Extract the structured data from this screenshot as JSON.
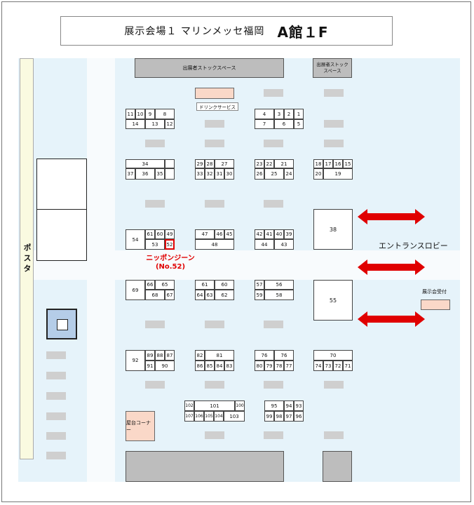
{
  "title": {
    "venue": "展示会場１ マリンメッセ福岡",
    "hall": "A館１F"
  },
  "labels": {
    "stock_space_main": "出展者ストックスペース",
    "stock_space_small": "出展者ストック\nスペース",
    "drink": "ドリンクサービス",
    "posuta": "ポスタ",
    "entrance": "エントランスロビー",
    "reception": "展示会受付",
    "stall": "屋台コーナー",
    "highlight_name": "ニッポンジーン",
    "highlight_no": "(No.52)"
  },
  "booths": [
    {
      "id": "b11",
      "n": "11"
    },
    {
      "id": "b10",
      "n": "10"
    },
    {
      "id": "b9",
      "n": "9"
    },
    {
      "id": "b8",
      "n": "8"
    },
    {
      "id": "b14",
      "n": "14"
    },
    {
      "id": "b13",
      "n": "13"
    },
    {
      "id": "b12",
      "n": "12"
    },
    {
      "id": "b4",
      "n": "4"
    },
    {
      "id": "b3",
      "n": "3"
    },
    {
      "id": "b2",
      "n": "2"
    },
    {
      "id": "b1",
      "n": "1"
    },
    {
      "id": "b7",
      "n": "7"
    },
    {
      "id": "b6",
      "n": "6"
    },
    {
      "id": "b5",
      "n": "5"
    },
    {
      "id": "b34",
      "n": "34"
    },
    {
      "id": "b37",
      "n": "37"
    },
    {
      "id": "b36",
      "n": "36"
    },
    {
      "id": "b35",
      "n": "35"
    },
    {
      "id": "b29",
      "n": "29"
    },
    {
      "id": "b28",
      "n": "28"
    },
    {
      "id": "b27",
      "n": "27"
    },
    {
      "id": "b33",
      "n": "33"
    },
    {
      "id": "b32",
      "n": "32"
    },
    {
      "id": "b31",
      "n": "31"
    },
    {
      "id": "b30",
      "n": "30"
    },
    {
      "id": "b23",
      "n": "23"
    },
    {
      "id": "b22",
      "n": "22"
    },
    {
      "id": "b21",
      "n": "21"
    },
    {
      "id": "b26",
      "n": "26"
    },
    {
      "id": "b25",
      "n": "25"
    },
    {
      "id": "b24",
      "n": "24"
    },
    {
      "id": "b18",
      "n": "18"
    },
    {
      "id": "b17",
      "n": "17"
    },
    {
      "id": "b16",
      "n": "16"
    },
    {
      "id": "b15",
      "n": "15"
    },
    {
      "id": "b20",
      "n": "20"
    },
    {
      "id": "b19",
      "n": "19"
    },
    {
      "id": "b54",
      "n": "54"
    },
    {
      "id": "b61a",
      "n": "61"
    },
    {
      "id": "b60",
      "n": "60"
    },
    {
      "id": "b49",
      "n": "49"
    },
    {
      "id": "b53",
      "n": "53"
    },
    {
      "id": "b52",
      "n": "52"
    },
    {
      "id": "b47",
      "n": "47"
    },
    {
      "id": "b46",
      "n": "46"
    },
    {
      "id": "b45",
      "n": "45"
    },
    {
      "id": "b48",
      "n": "48"
    },
    {
      "id": "b42",
      "n": "42"
    },
    {
      "id": "b41",
      "n": "41"
    },
    {
      "id": "b40",
      "n": "40"
    },
    {
      "id": "b39",
      "n": "39"
    },
    {
      "id": "b44",
      "n": "44"
    },
    {
      "id": "b43",
      "n": "43"
    },
    {
      "id": "b38",
      "n": "38"
    },
    {
      "id": "b69",
      "n": "69"
    },
    {
      "id": "b66",
      "n": "66"
    },
    {
      "id": "b65",
      "n": "65"
    },
    {
      "id": "b68",
      "n": "68"
    },
    {
      "id": "b67",
      "n": "67"
    },
    {
      "id": "b61b",
      "n": "61"
    },
    {
      "id": "b60b",
      "n": "60"
    },
    {
      "id": "b64",
      "n": "64"
    },
    {
      "id": "b63",
      "n": "63"
    },
    {
      "id": "b62",
      "n": "62"
    },
    {
      "id": "b57",
      "n": "57"
    },
    {
      "id": "b56",
      "n": "56"
    },
    {
      "id": "b59",
      "n": "59"
    },
    {
      "id": "b58",
      "n": "58"
    },
    {
      "id": "b55",
      "n": "55"
    },
    {
      "id": "b92",
      "n": "92"
    },
    {
      "id": "b89",
      "n": "89"
    },
    {
      "id": "b88",
      "n": "88"
    },
    {
      "id": "b87",
      "n": "87"
    },
    {
      "id": "b91",
      "n": "91"
    },
    {
      "id": "b90",
      "n": "90"
    },
    {
      "id": "b82",
      "n": "82"
    },
    {
      "id": "b81",
      "n": "81"
    },
    {
      "id": "b86",
      "n": "86"
    },
    {
      "id": "b85",
      "n": "85"
    },
    {
      "id": "b84",
      "n": "84"
    },
    {
      "id": "b83",
      "n": "83"
    },
    {
      "id": "b76a",
      "n": "76"
    },
    {
      "id": "b76b",
      "n": "76"
    },
    {
      "id": "b80",
      "n": "80"
    },
    {
      "id": "b79",
      "n": "79"
    },
    {
      "id": "b78",
      "n": "78"
    },
    {
      "id": "b77",
      "n": "77"
    },
    {
      "id": "b70",
      "n": "70"
    },
    {
      "id": "b74",
      "n": "74"
    },
    {
      "id": "b73",
      "n": "73"
    },
    {
      "id": "b72",
      "n": "72"
    },
    {
      "id": "b71",
      "n": "71"
    },
    {
      "id": "b102",
      "n": "102"
    },
    {
      "id": "b101",
      "n": "101"
    },
    {
      "id": "b100",
      "n": "100"
    },
    {
      "id": "b107",
      "n": "107"
    },
    {
      "id": "b106",
      "n": "106"
    },
    {
      "id": "b105",
      "n": "105"
    },
    {
      "id": "b104",
      "n": "104"
    },
    {
      "id": "b103",
      "n": "103"
    },
    {
      "id": "b95",
      "n": "95"
    },
    {
      "id": "b94",
      "n": "94"
    },
    {
      "id": "b93",
      "n": "93"
    },
    {
      "id": "b99",
      "n": "99"
    },
    {
      "id": "b98",
      "n": "98"
    },
    {
      "id": "b97",
      "n": "97"
    },
    {
      "id": "b96",
      "n": "96"
    }
  ],
  "colors": {
    "floor": "#e6f3fa",
    "highlight": "#e00000",
    "arrow": "#e00000",
    "stock": "#bdbdbd",
    "pink": "#fad8c8"
  }
}
